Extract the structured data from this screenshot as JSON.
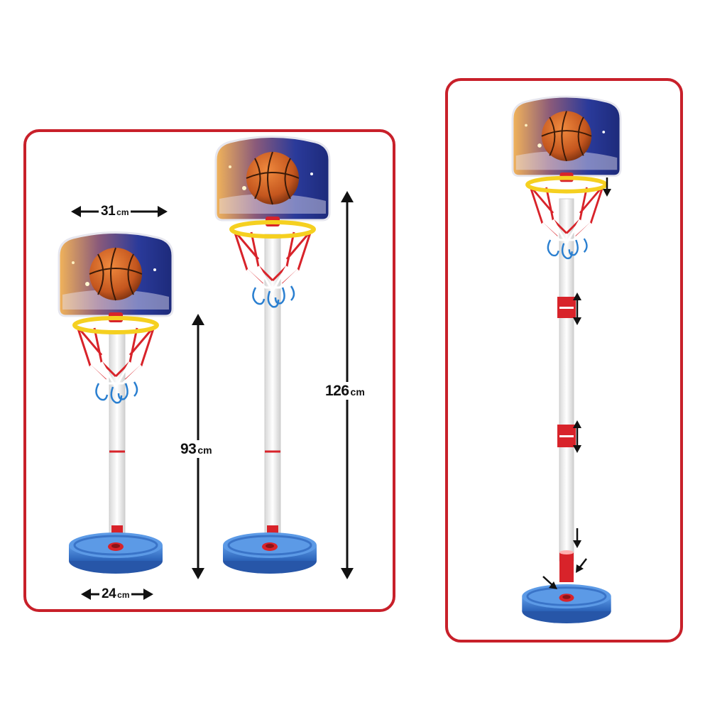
{
  "colors": {
    "frame": "#c8202a",
    "backboard_dark": "#1d2a7a",
    "backboard_glow": "#f2b45a",
    "ball": "#c4561e",
    "rim": "#f5d020",
    "net_red": "#d8232a",
    "net_blue": "#2a7fd0",
    "base": "#3f7fd6",
    "pole": "#f4f4f4"
  },
  "left_panel": {
    "dimensions": {
      "board_width": {
        "value": "31",
        "unit": "cm"
      },
      "base_width": {
        "value": "24",
        "unit": "cm"
      },
      "min_height": {
        "value": "93",
        "unit": "cm"
      },
      "max_height": {
        "value": "126",
        "unit": "cm"
      }
    }
  },
  "right_panel": {
    "icons": [
      "down-arrow-icon",
      "up-down-arrow-icon",
      "up-down-arrow-icon",
      "down-arrow-icon",
      "diagonal-arrow-icon",
      "diagonal-arrow-icon"
    ]
  }
}
